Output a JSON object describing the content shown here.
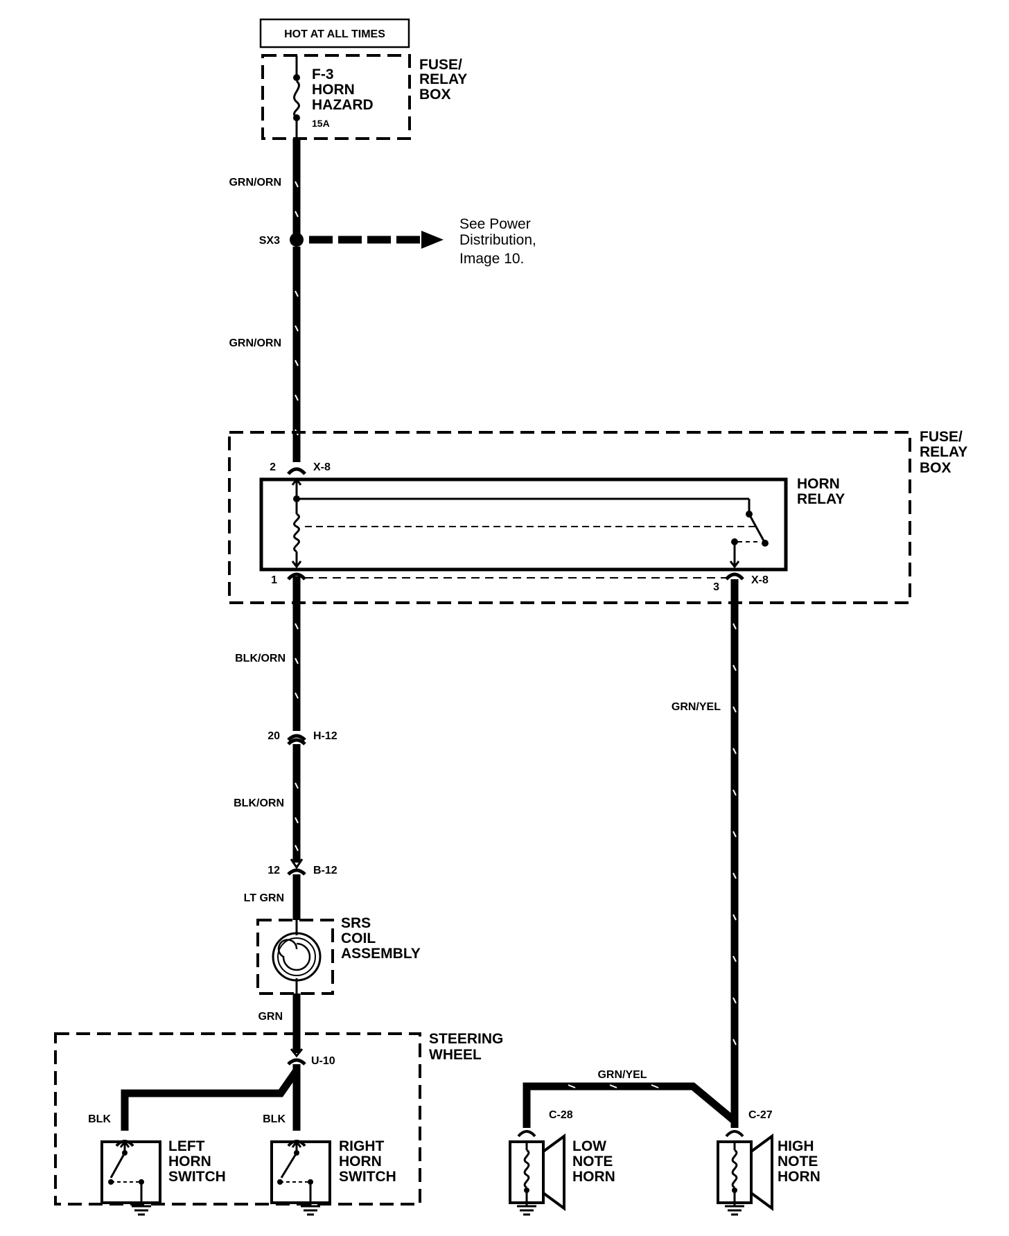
{
  "header": {
    "hot_label": "HOT AT ALL TIMES"
  },
  "fuse_box_top": {
    "label_lines": [
      "FUSE/",
      "RELAY",
      "BOX"
    ],
    "fuse_lines": [
      "F-3",
      "HORN",
      "HAZARD"
    ],
    "rating": "15A"
  },
  "wires": {
    "w1": "GRN/ORN",
    "w2": "GRN/ORN",
    "w3": "BLK/ORN",
    "w4": "BLK/ORN",
    "w5": "LT GRN",
    "w6": "GRN",
    "w7": "GRN/YEL",
    "w8": "GRN/YEL",
    "blk_left": "BLK",
    "blk_right": "BLK"
  },
  "splice": {
    "id": "SX3",
    "note_lines": [
      "See Power",
      "Distribution,",
      "Image 10."
    ]
  },
  "fuse_box_relay": {
    "label_lines": [
      "FUSE/",
      "RELAY",
      "BOX"
    ],
    "relay_lines": [
      "HORN",
      "RELAY"
    ],
    "pin_top": "2",
    "conn_top": "X-8",
    "pin_bl": "1",
    "pin_br": "3",
    "conn_bottom": "X-8"
  },
  "connectors": {
    "h12_pin": "20",
    "h12": "H-12",
    "b12_pin": "12",
    "b12": "B-12",
    "u10": "U-10",
    "c28": "C-28",
    "c27": "C-27"
  },
  "srs": {
    "label_lines": [
      "SRS",
      "COIL",
      "ASSEMBLY"
    ]
  },
  "steering": {
    "label_lines": [
      "STEERING",
      "WHEEL"
    ],
    "left_switch": [
      "LEFT",
      "HORN",
      "SWITCH"
    ],
    "right_switch": [
      "RIGHT",
      "HORN",
      "SWITCH"
    ]
  },
  "horns": {
    "low": [
      "LOW",
      "NOTE",
      "HORN"
    ],
    "high": [
      "HIGH",
      "NOTE",
      "HORN"
    ]
  }
}
